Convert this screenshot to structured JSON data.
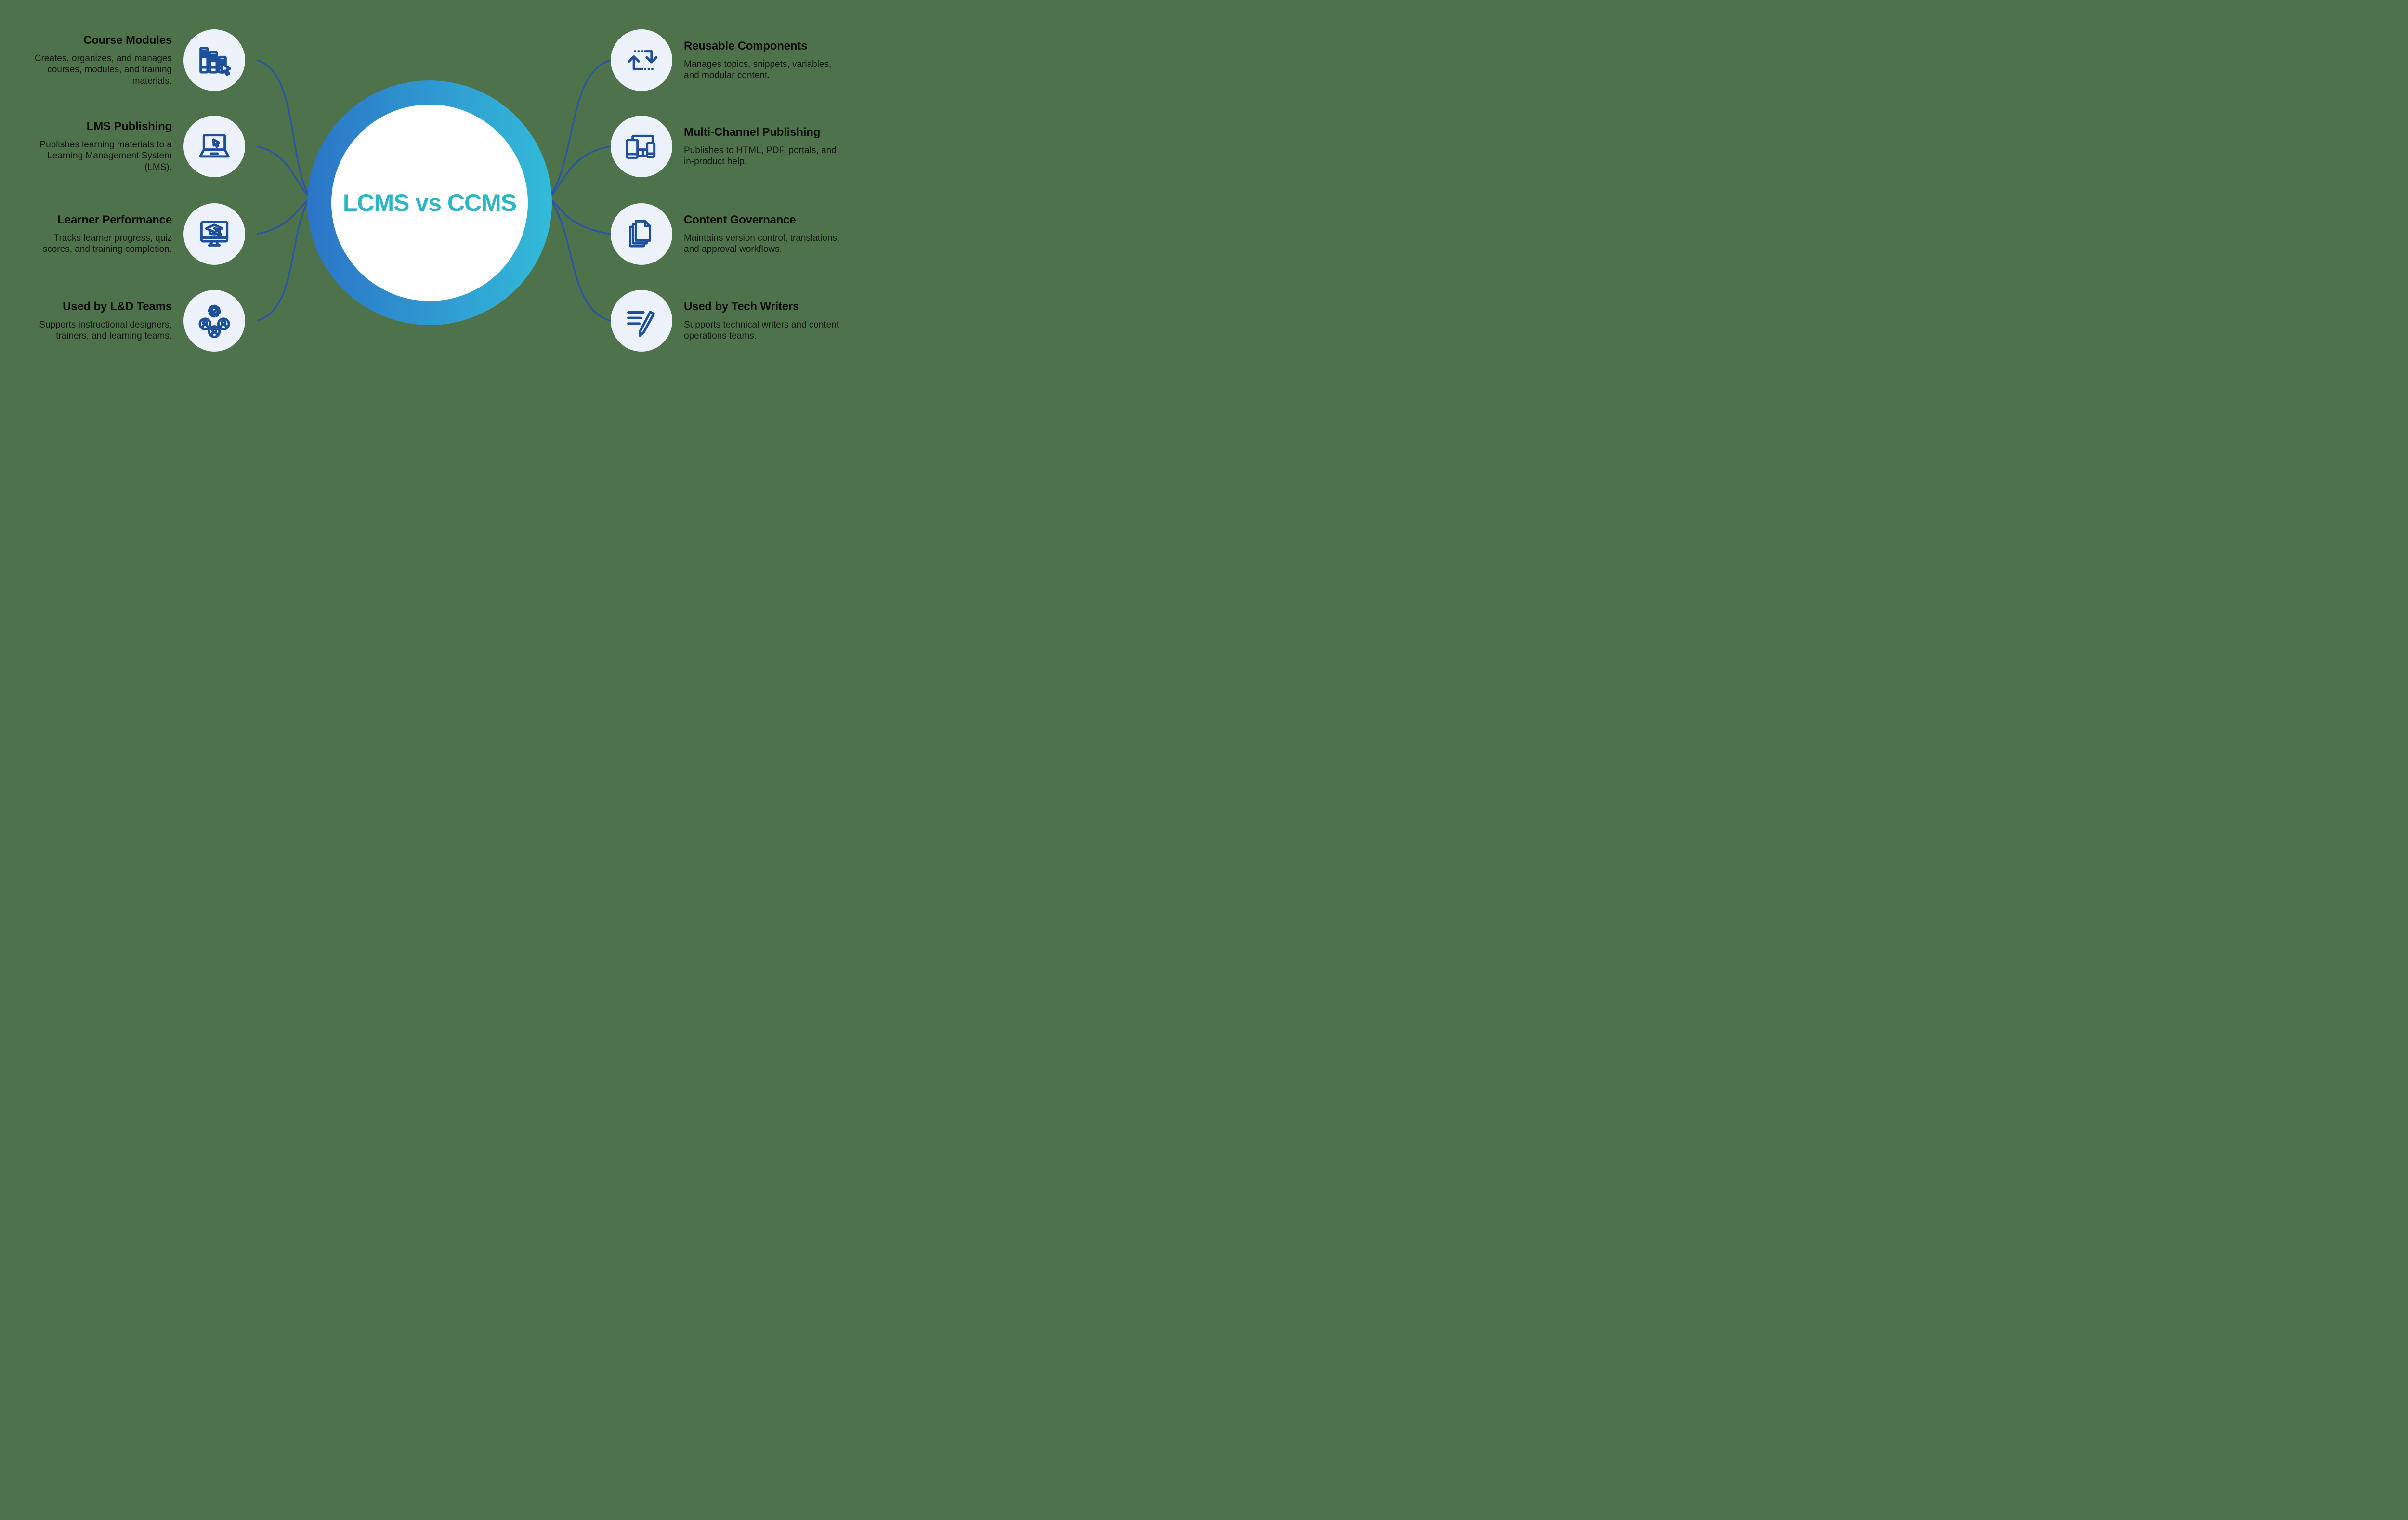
{
  "center": {
    "title": "LCMS vs CCMS"
  },
  "left_items": [
    {
      "heading": "Course Modules",
      "description": "Creates, organizes, and manages courses, modules, and training materials.",
      "icon": "books-cursor-icon"
    },
    {
      "heading": "LMS Publishing",
      "description": "Publishes learning materials to a Learning Management System (LMS).",
      "icon": "laptop-cursor-icon"
    },
    {
      "heading": "Learner Performance",
      "description": "Tracks learner progress, quiz scores, and training completion.",
      "icon": "monitor-graduation-icon"
    },
    {
      "heading": "Used by L&D Teams",
      "description": "Supports instructional designers, trainers, and learning teams.",
      "icon": "team-gear-icon"
    }
  ],
  "right_items": [
    {
      "heading": "Reusable Components",
      "description": "Manages topics, snippets, variables, and modular content.",
      "icon": "reuse-arrows-icon"
    },
    {
      "heading": "Multi-Channel Publishing",
      "description": "Publishes to HTML, PDF, portals, and in-product help.",
      "icon": "devices-icon"
    },
    {
      "heading": "Content Governance",
      "description": "Maintains version control, translations, and approval workflows.",
      "icon": "documents-icon"
    },
    {
      "heading": "Used by Tech Writers",
      "description": "Supports technical writers and content operations teams.",
      "icon": "pen-lines-icon"
    }
  ],
  "colors": {
    "background": "#4e7249",
    "icon_circle_fill": "#edf1fa",
    "icon_stroke": "#1e4f9b",
    "connector": "#2a57a5",
    "ring_gradient_start": "#2b74c7",
    "ring_gradient_end": "#33bad9",
    "center_text": "#2cb5c4",
    "heading_text": "#0c0c0c"
  }
}
